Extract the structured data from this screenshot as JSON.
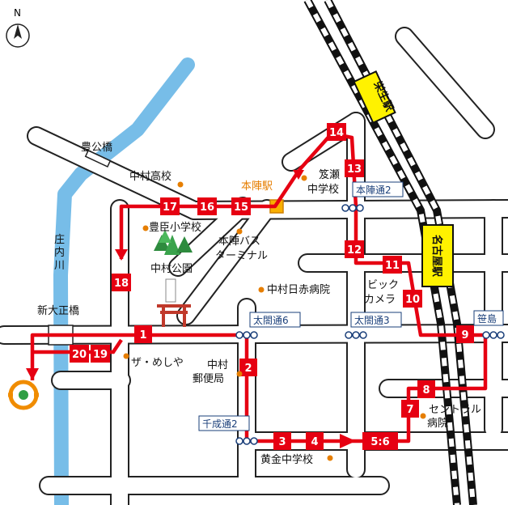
{
  "compass": {
    "north": "N"
  },
  "stations": {
    "haibara": "栄生駅",
    "nagoya": "名古屋駅",
    "honjin": "本陣駅"
  },
  "bus_stops": {
    "honjin_dori_2": "本陣通2",
    "taikou_dori_6": "太閤通6",
    "taikou_dori_3": "太閤通3",
    "sasashima": "笹島",
    "sennari_dori_2": "千成通2"
  },
  "places": {
    "toyokou_bridge": "豊公橋",
    "nakamura_high_school": "中村高校",
    "toyotomi_elementary": "豊臣小学校",
    "nakamura_park": "中村公園",
    "honjin_bus_terminal_line1": "本陣バス",
    "honjin_bus_terminal_line2": "ターミナル",
    "nakamura_red_cross": "中村日赤病院",
    "bic_camera_line1": "ビック",
    "bic_camera_line2": "カメラ",
    "kusase_jhs_line1": "笈瀬",
    "kusase_jhs_line2": "中学校",
    "shonai_river_1": "庄",
    "shonai_river_2": "内",
    "shonai_river_3": "川",
    "shin_taisho_bridge": "新大正橋",
    "za_meshiya": "ザ・めしや",
    "nakamura_post_line1": "中村",
    "nakamura_post_line2": "郵便局",
    "central_hospital_line1": "セントラル",
    "central_hospital_line2": "病院",
    "koganei_jhs": "黄金中学校"
  },
  "route_stops": [
    "1",
    "2",
    "3",
    "4",
    "5:6",
    "7",
    "8",
    "9",
    "10",
    "11",
    "12",
    "13",
    "14",
    "15",
    "16",
    "17",
    "18",
    "19",
    "20"
  ],
  "colors": {
    "route": "#e60012",
    "river": "#77bde8",
    "station_yellow": "#fff200",
    "road_outline": "#222222"
  }
}
